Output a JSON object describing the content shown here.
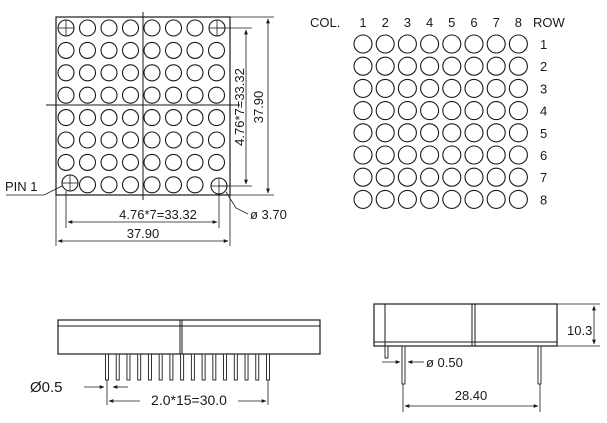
{
  "front_view": {
    "matrix": {
      "rows": 8,
      "cols": 8
    },
    "width_label": "4.76*7=33.32",
    "overall_width_label": "37.90",
    "height_label": "4.76*7=33.32",
    "overall_height_label": "37.90",
    "pin1_label": "PIN 1",
    "dot_diameter_label": "ø 3.70"
  },
  "schematic": {
    "col_header": "COL.",
    "row_header": "ROW",
    "col_numbers": [
      "1",
      "2",
      "3",
      "4",
      "5",
      "6",
      "7",
      "8"
    ],
    "row_numbers": [
      "1",
      "2",
      "3",
      "4",
      "5",
      "6",
      "7",
      "8"
    ]
  },
  "bottom_view": {
    "pin_count": 16,
    "pin_diameter_label": "Ø0.5",
    "pitch_label": "2.0*15=30.0"
  },
  "side_view": {
    "height_label": "10.3",
    "pin_diameter_label": "ø 0.50",
    "row_spacing_label": "28.40"
  }
}
